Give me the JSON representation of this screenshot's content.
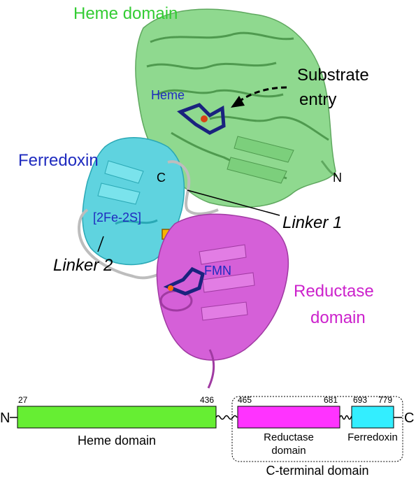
{
  "structure": {
    "heme_domain_label": "Heme domain",
    "substrate_entry_line1": "Substrate",
    "substrate_entry_line2": "entry",
    "heme_label": "Heme",
    "n_terminus_label": "N",
    "ferredoxin_label": "Ferredoxin",
    "c_terminus_label": "C",
    "fe2s_label": "[2Fe-2S]",
    "linker1_label": "Linker 1",
    "linker2_label": "Linker 2",
    "fmn_label": "FMN",
    "reductase_line1": "Reductase",
    "reductase_line2": "domain"
  },
  "schematic": {
    "n_end": "N",
    "c_end": "C",
    "heme": {
      "start": "27",
      "end": "436",
      "label": "Heme domain"
    },
    "reductase": {
      "start": "465",
      "end": "681",
      "label_line1": "Reductase",
      "label_line2": "domain"
    },
    "ferredoxin": {
      "start": "693",
      "end": "779",
      "label": "Ferredoxin"
    },
    "c_terminal_label": "C-terminal domain"
  },
  "colors": {
    "heme": "#66ee33",
    "heme_cartoon": "#8fd98f",
    "ferredoxin": "#33eeff",
    "ferredoxin_cartoon": "#5fd3df",
    "reductase": "#ff33ff",
    "reductase_cartoon": "#d560d8",
    "linker": "#bdbdbd",
    "ligand": "#1a237e",
    "heme_text": "#33cc33",
    "blue_text": "#1f2bbf",
    "magenta_text": "#cc22cc"
  }
}
